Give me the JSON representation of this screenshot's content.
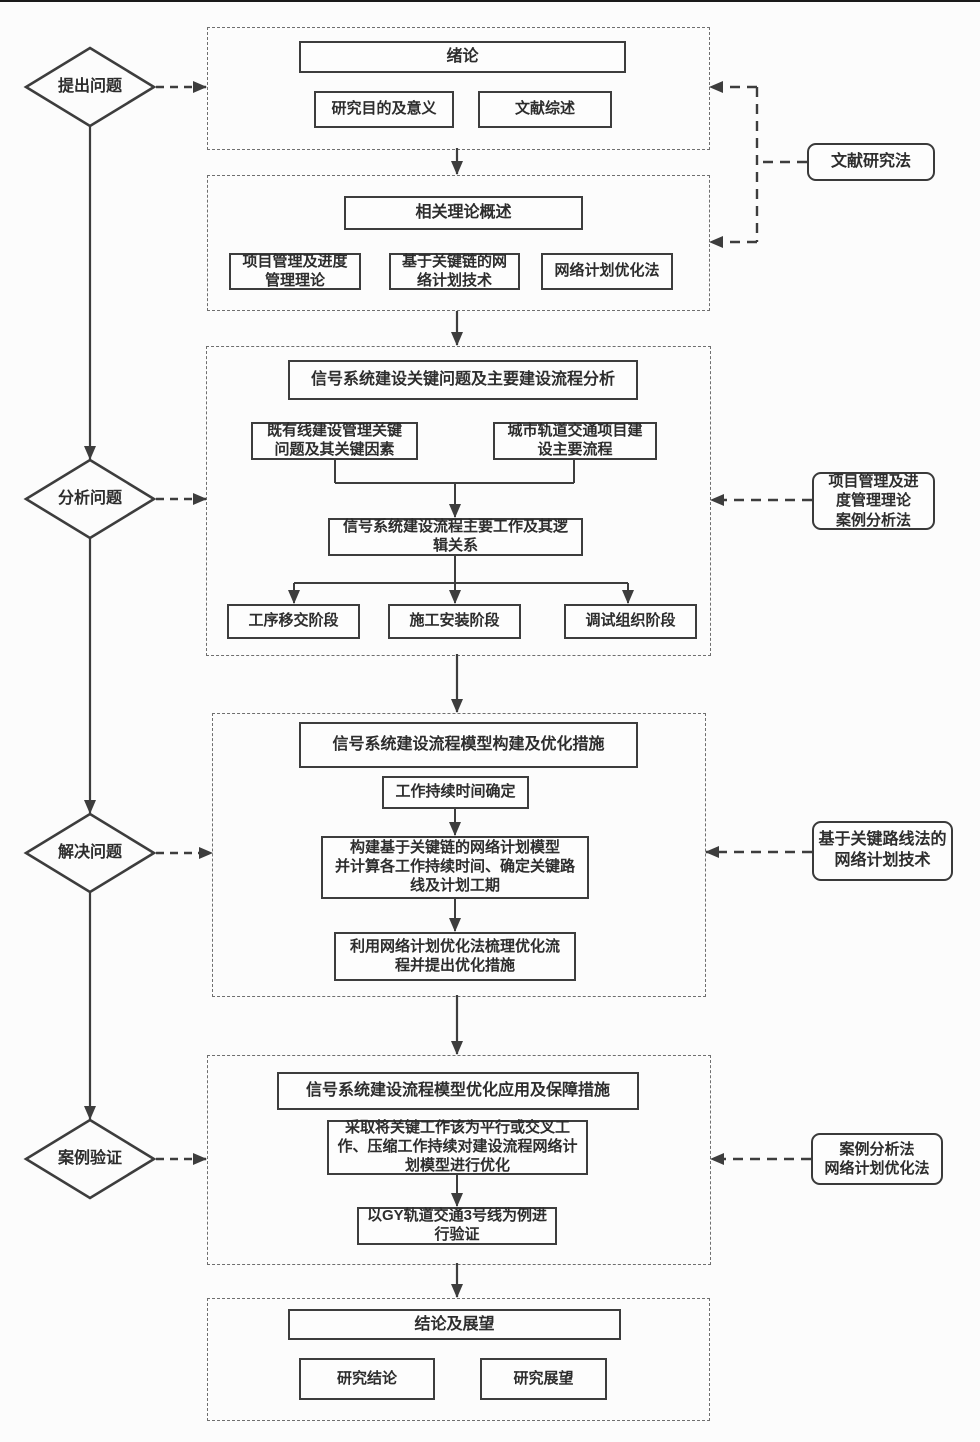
{
  "stages": [
    {
      "label": "提出问题"
    },
    {
      "label": "分析问题"
    },
    {
      "label": "解决问题"
    },
    {
      "label": "案例验证"
    }
  ],
  "sections": [
    {
      "title": "绪论",
      "children": [
        "研究目的及意义",
        "文献综述"
      ]
    },
    {
      "title": "相关理论概述",
      "children": [
        "项目管理及进度\n管理理论",
        "基于关键链的网\n络计划技术",
        "网络计划优化法"
      ]
    },
    {
      "title": "信号系统建设关键问题及主要建设流程分析",
      "children": [
        "既有线建设管理关键\n问题及其关键因素",
        "城市轨道交通项目建\n设主要流程",
        "信号系统建设流程主要工作及其逻\n辑关系",
        "工序移交阶段",
        "施工安装阶段",
        "调试组织阶段"
      ]
    },
    {
      "title": "信号系统建设流程模型构建及优化措施",
      "children": [
        "工作持续时间确定",
        "构建基于关键链的网络计划模型\n并计算各工作持续时间、确定关键路\n线及计划工期",
        "利用网络计划优化法梳理优化流\n程并提出优化措施"
      ]
    },
    {
      "title": "信号系统建设流程模型优化应用及保障措施",
      "children": [
        "采取将关键工作该为平行或交叉工\n作、压缩工作持续对建设流程网络计\n划模型进行优化",
        "以GY轨道交通3号线为例进\n行验证"
      ]
    },
    {
      "title": "结论及展望",
      "children": [
        "研究结论",
        "研究展望"
      ]
    }
  ],
  "methods": [
    {
      "label": "文献研究法"
    },
    {
      "label": "项目管理及进\n度管理理论\n案例分析法"
    },
    {
      "label": "基于关键路线法的\n网络计划技术"
    },
    {
      "label": "案例分析法\n网络计划优化法"
    }
  ],
  "colors": {
    "line": "#3d3d3d",
    "dashed_border": "#6f6f6f",
    "text": "#2d2d2d",
    "background": "#fcfcfc"
  }
}
